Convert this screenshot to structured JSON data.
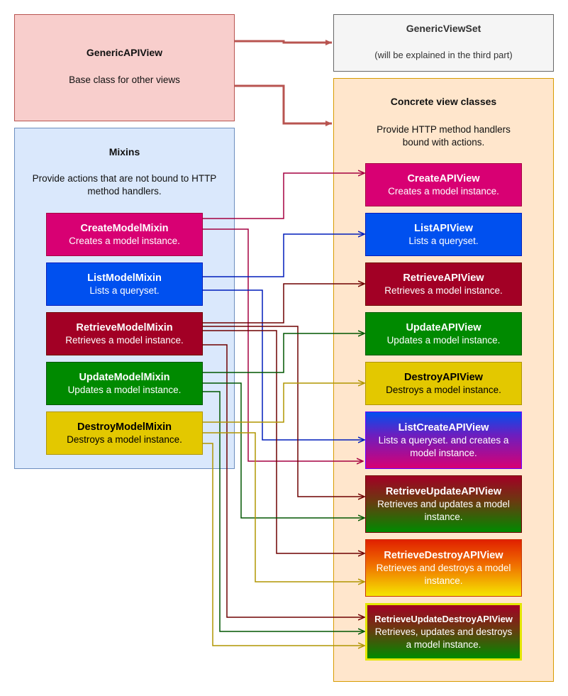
{
  "panels": {
    "generic_api_view": {
      "title": "GenericAPIView",
      "desc": "Base class for other views"
    },
    "generic_view_set": {
      "title": "GenericViewSet",
      "desc": "(will be explained in the third part)"
    },
    "concrete": {
      "title": "Concrete view classes",
      "desc": "Provide HTTP method handlers bound with actions."
    },
    "mixins": {
      "title": "Mixins",
      "desc": "Provide actions that are not bound to HTTP method handlers."
    }
  },
  "mixins": [
    {
      "id": "create-model-mixin",
      "title": "CreateModelMixin",
      "desc": "Creates a model instance.",
      "color": "#d80073"
    },
    {
      "id": "list-model-mixin",
      "title": "ListModelMixin",
      "desc": "Lists a queryset.",
      "color": "#0050ef"
    },
    {
      "id": "retrieve-model-mixin",
      "title": "RetrieveModelMixin",
      "desc": "Retrieves a model instance.",
      "color": "#a20025"
    },
    {
      "id": "update-model-mixin",
      "title": "UpdateModelMixin",
      "desc": "Updates a model instance.",
      "color": "#008a00"
    },
    {
      "id": "destroy-model-mixin",
      "title": "DestroyModelMixin",
      "desc": "Destroys a model instance.",
      "color": "#e3c800"
    }
  ],
  "views": [
    {
      "id": "create-api-view",
      "title": "CreateAPIView",
      "desc": "Creates a model instance."
    },
    {
      "id": "list-api-view",
      "title": "ListAPIView",
      "desc": "Lists a queryset."
    },
    {
      "id": "retrieve-api-view",
      "title": "RetrieveAPIView",
      "desc": "Retrieves a model instance."
    },
    {
      "id": "update-api-view",
      "title": "UpdateAPIView",
      "desc": "Updates a model instance."
    },
    {
      "id": "destroy-api-view",
      "title": "DestroyAPIView",
      "desc": "Destroys a model instance."
    },
    {
      "id": "list-create-api-view",
      "title": "ListCreateAPIView",
      "desc": "Lists a queryset. and creates a model instance."
    },
    {
      "id": "retrieve-update-api-view",
      "title": "RetrieveUpdateAPIView",
      "desc": "Retrieves and updates a model instance."
    },
    {
      "id": "retrieve-destroy-api-view",
      "title": "RetrieveDestroyAPIView",
      "desc": "Retrieves and destroys a model instance."
    },
    {
      "id": "retrieve-update-destroy-api-view",
      "title": "RetrieveUpdateDestroyAPIView",
      "desc": "Retrieves, updates and destroys a model instance."
    }
  ],
  "colors": {
    "create": "#d80073",
    "list": "#0050ef",
    "retrieve": "#a20025",
    "update": "#008a00",
    "destroy": "#e3c800",
    "connector_red": "#b85450"
  }
}
